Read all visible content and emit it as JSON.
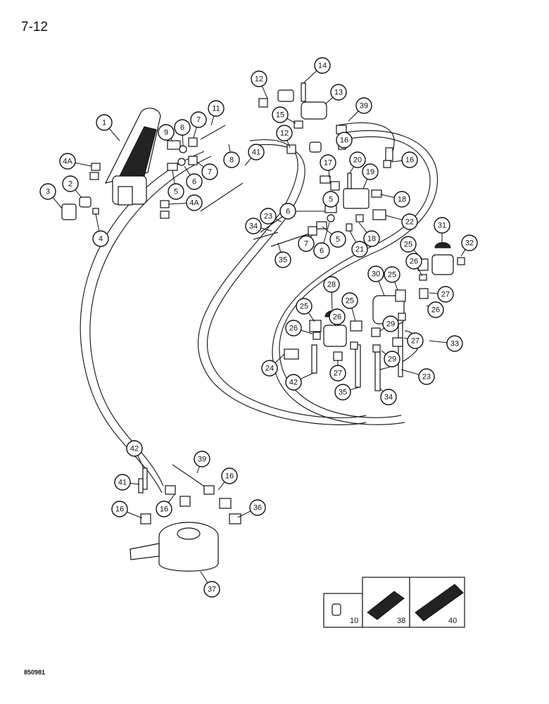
{
  "header": {
    "page_number": "7-12"
  },
  "footer": {
    "drawing_code": "850981"
  },
  "callouts": [
    {
      "label": "1"
    },
    {
      "label": "2"
    },
    {
      "label": "3"
    },
    {
      "label": "4"
    },
    {
      "label": "4A"
    },
    {
      "label": "4A"
    },
    {
      "label": "5"
    },
    {
      "label": "5"
    },
    {
      "label": "5"
    },
    {
      "label": "6"
    },
    {
      "label": "6"
    },
    {
      "label": "6"
    },
    {
      "label": "6"
    },
    {
      "label": "7"
    },
    {
      "label": "7"
    },
    {
      "label": "7"
    },
    {
      "label": "8"
    },
    {
      "label": "9"
    },
    {
      "label": "11"
    },
    {
      "label": "12"
    },
    {
      "label": "12"
    },
    {
      "label": "13"
    },
    {
      "label": "14"
    },
    {
      "label": "15"
    },
    {
      "label": "16"
    },
    {
      "label": "16"
    },
    {
      "label": "16"
    },
    {
      "label": "16"
    },
    {
      "label": "16"
    },
    {
      "label": "17"
    },
    {
      "label": "18"
    },
    {
      "label": "18"
    },
    {
      "label": "19"
    },
    {
      "label": "20"
    },
    {
      "label": "21"
    },
    {
      "label": "22"
    },
    {
      "label": "23"
    },
    {
      "label": "23"
    },
    {
      "label": "24"
    },
    {
      "label": "25"
    },
    {
      "label": "25"
    },
    {
      "label": "25"
    },
    {
      "label": "25"
    },
    {
      "label": "26"
    },
    {
      "label": "26"
    },
    {
      "label": "26"
    },
    {
      "label": "26"
    },
    {
      "label": "27"
    },
    {
      "label": "27"
    },
    {
      "label": "27"
    },
    {
      "label": "28"
    },
    {
      "label": "29"
    },
    {
      "label": "29"
    },
    {
      "label": "30"
    },
    {
      "label": "31"
    },
    {
      "label": "32"
    },
    {
      "label": "33"
    },
    {
      "label": "34"
    },
    {
      "label": "34"
    },
    {
      "label": "35"
    },
    {
      "label": "35"
    },
    {
      "label": "36"
    },
    {
      "label": "37"
    },
    {
      "label": "39"
    },
    {
      "label": "39"
    },
    {
      "label": "41"
    },
    {
      "label": "41"
    },
    {
      "label": "42"
    },
    {
      "label": "42"
    }
  ],
  "inset": {
    "labels": [
      "10",
      "38",
      "40"
    ]
  }
}
